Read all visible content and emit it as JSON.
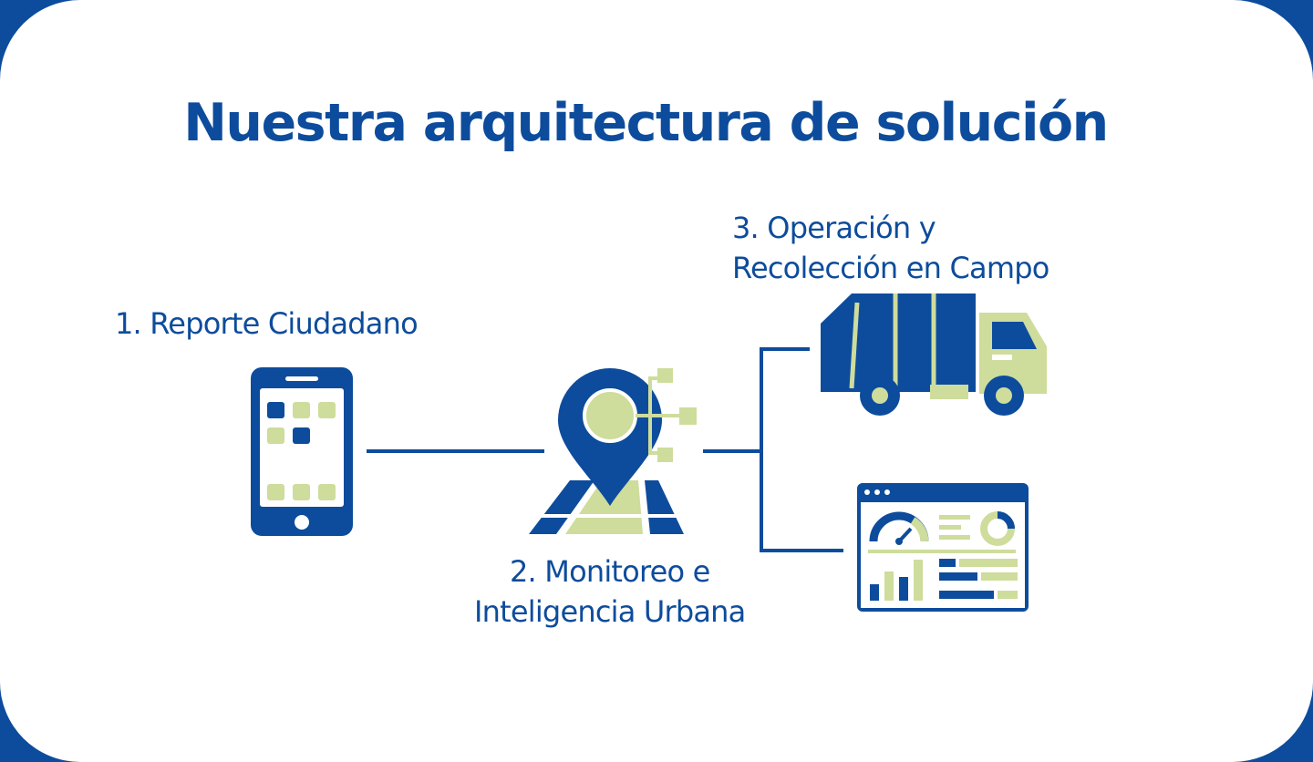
{
  "title": "Nuestra arquitectura de solución",
  "colors": {
    "primary_blue": "#0d4c9c",
    "light_green": "#cedc9c",
    "background": "#ffffff"
  },
  "nodes": [
    {
      "id": "reporte",
      "lines": [
        "1. Reporte Ciudadano"
      ],
      "icon": "smartphone-icon"
    },
    {
      "id": "monitoreo",
      "lines": [
        "2. Monitoreo e",
        "Inteligencia Urbana"
      ],
      "icon": "map-pin-network-icon"
    },
    {
      "id": "operacion",
      "lines": [
        "3. Operación y",
        "Recolección en Campo"
      ],
      "icon": "garbage-truck-icon"
    },
    {
      "id": "dashboard",
      "lines": [],
      "icon": "dashboard-icon"
    }
  ]
}
